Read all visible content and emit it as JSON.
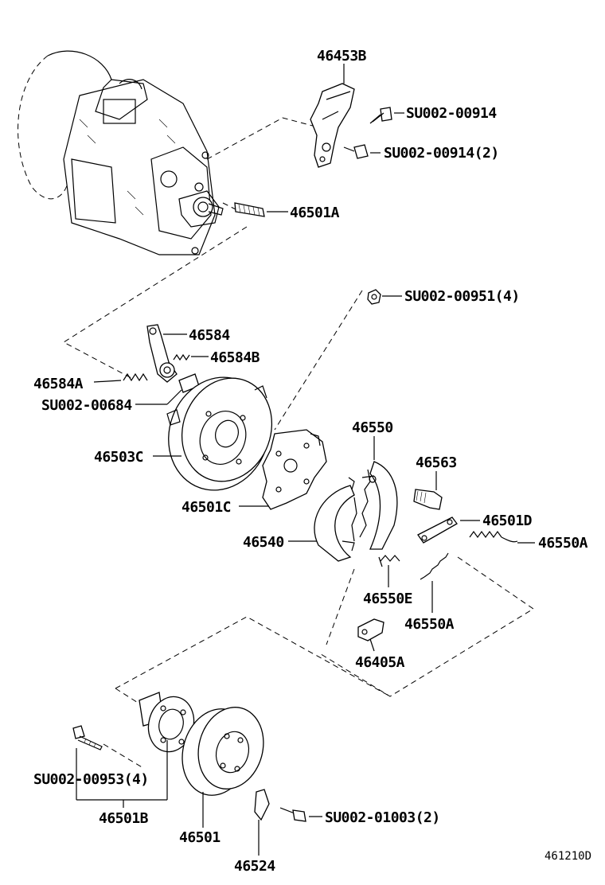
{
  "labels": {
    "p46453B": "46453B",
    "su00914a": "SU002-00914",
    "su00914b": "SU002-00914(2)",
    "p46501A": "46501A",
    "su00951": "SU002-00951(4)",
    "p46584": "46584",
    "p46584B": "46584B",
    "p46584A": "46584A",
    "su00684": "SU002-00684",
    "p46550": "46550",
    "p46503C": "46503C",
    "p46563": "46563",
    "p46501C": "46501C",
    "p46501D": "46501D",
    "p46540": "46540",
    "p46550A_1": "46550A",
    "p46550E": "46550E",
    "p46550A_2": "46550A",
    "p46405A": "46405A",
    "su00953": "SU002-00953(4)",
    "p46501B": "46501B",
    "su01003": "SU002-01003(2)",
    "p46501": "46501",
    "p46524": "46524",
    "diagram_id": "461210D"
  }
}
